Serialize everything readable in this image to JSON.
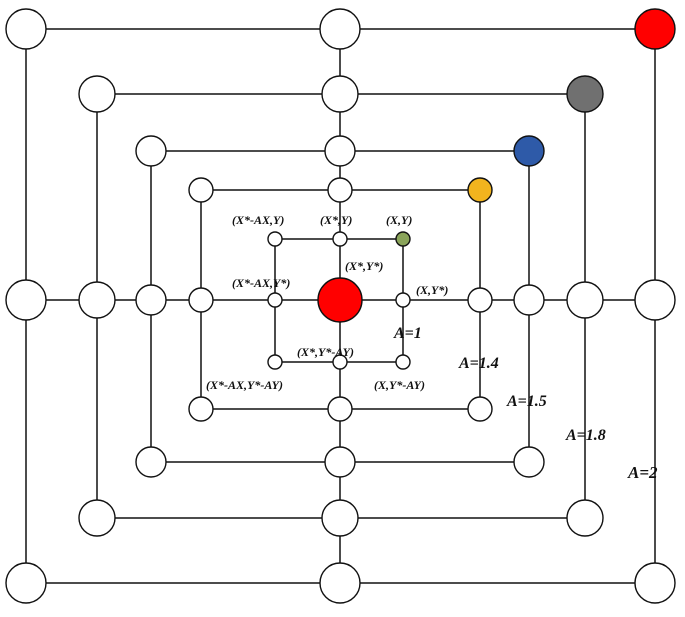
{
  "diagram": {
    "rings": [
      {
        "name": "A=2",
        "corner_colors": {
          "top_right": "#ff0000"
        }
      },
      {
        "name": "A=1.8",
        "corner_colors": {
          "top_right": "#707070"
        }
      },
      {
        "name": "A=1.5",
        "corner_colors": {
          "top_right": "#2e5aa8"
        }
      },
      {
        "name": "A=1.4",
        "corner_colors": {
          "top_right": "#f2b41e"
        }
      },
      {
        "name": "A=1",
        "corner_colors": {
          "top_right": "#8aa45a"
        }
      }
    ],
    "center_node_color": "#ff0000",
    "default_node_color": "#ffffff",
    "ring_labels": [
      "A=1",
      "A=1.4",
      "A=1.5",
      "A=1.8",
      "A=2"
    ],
    "point_labels": {
      "top_left": "(X*-AX,Y)",
      "top_mid": "(X*,Y)",
      "top_right": "(X,Y)",
      "center": "(X*,Y*)",
      "mid_left": "(X*-AX,Y*)",
      "mid_right": "(X,Y*)",
      "bottom_mid": "(X*,Y*-AY)",
      "bottom_left": "(X*-AX,Y*-AY)",
      "bottom_right": "(X,Y*-AY)"
    }
  }
}
